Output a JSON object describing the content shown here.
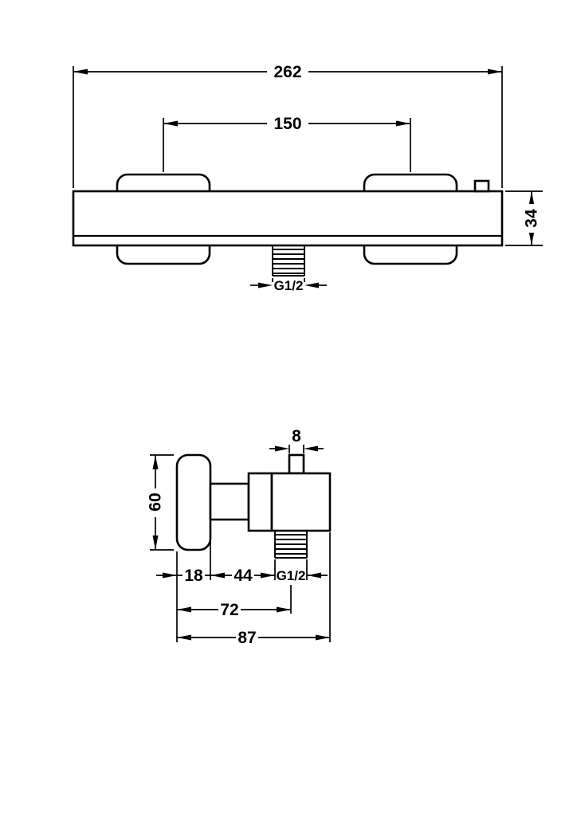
{
  "drawing": {
    "background": "#ffffff",
    "line_color": "#000000",
    "front_view": {
      "overall_width": "262",
      "mounting_centers": "150",
      "bar_height": "34",
      "outlet_thread": "G1/2"
    },
    "side_view": {
      "knob_width": "8",
      "plate_height": "60",
      "plate_depth": "18",
      "neck_depth": "44",
      "outlet_thread": "G1/2",
      "wall_to_outlet_center": "72",
      "overall_depth": "87"
    }
  }
}
